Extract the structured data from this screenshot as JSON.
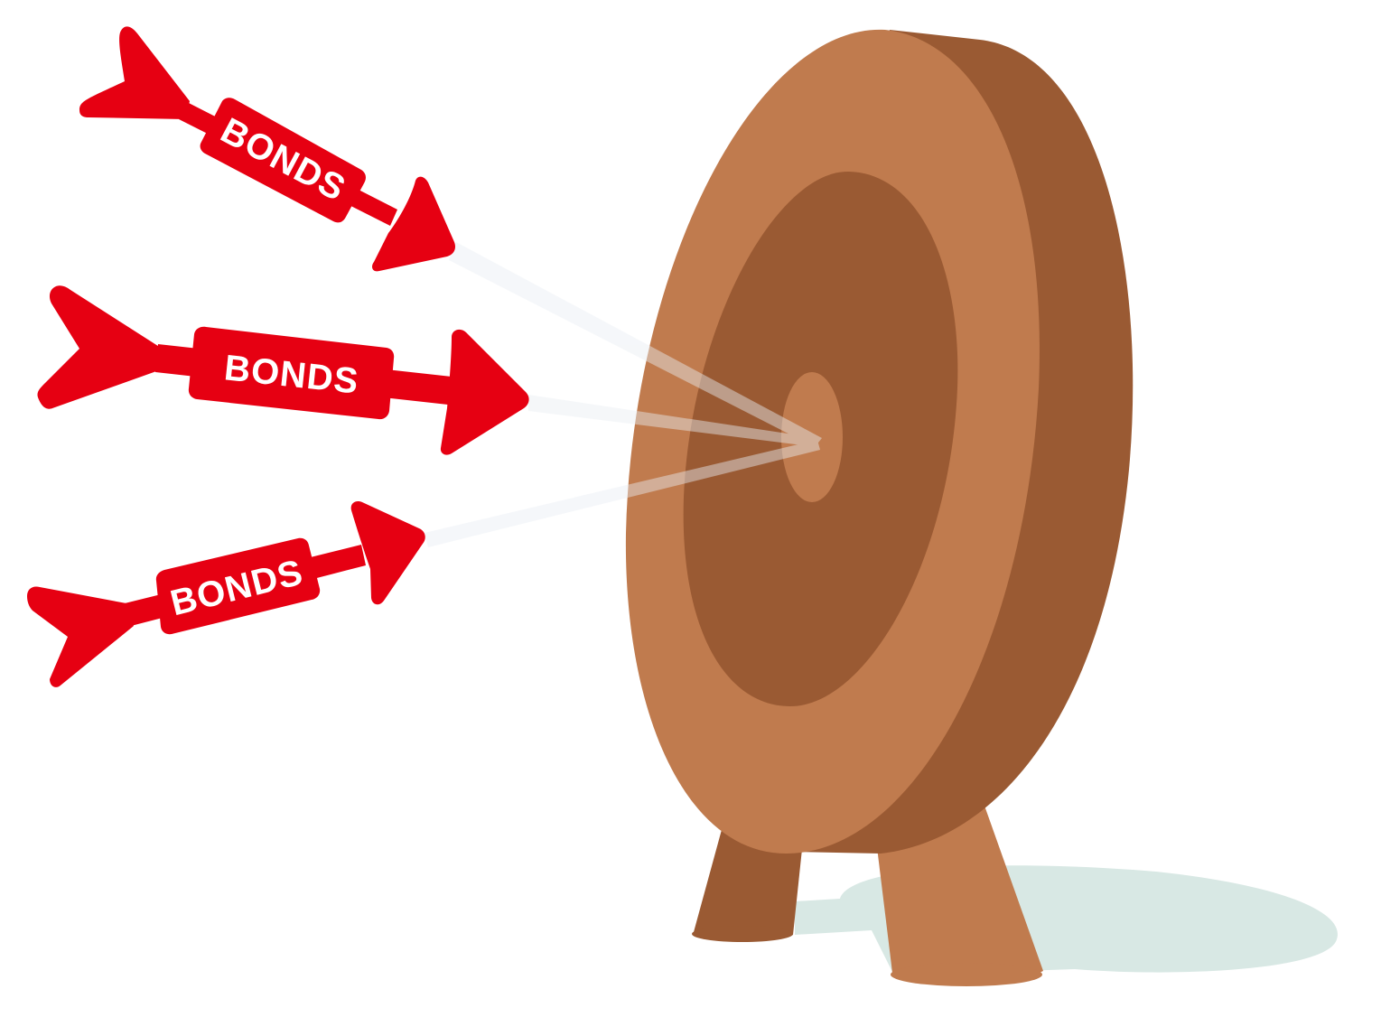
{
  "scene": {
    "title": "Bonds arrows aimed at a target"
  },
  "arrows": [
    {
      "label": "BONDS"
    },
    {
      "label": "BONDS"
    },
    {
      "label": "BONDS"
    }
  ],
  "colors": {
    "arrow_red": "#e60012",
    "label_text": "#ffffff",
    "target_light": "#c07b4e",
    "target_dark": "#9a5a33",
    "shadow": "#d8e8e4",
    "trail": "#e9eef3"
  }
}
